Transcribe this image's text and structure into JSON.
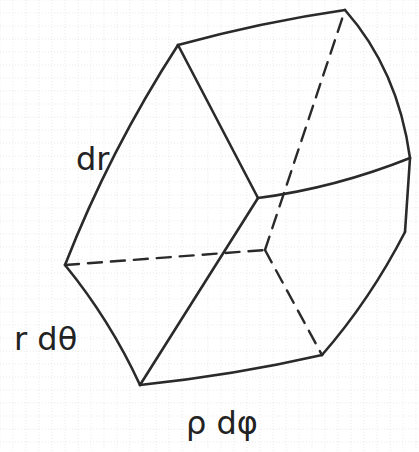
{
  "diagram": {
    "labels": [
      "dr",
      "r dθ",
      "ρ dφ"
    ]
  }
}
